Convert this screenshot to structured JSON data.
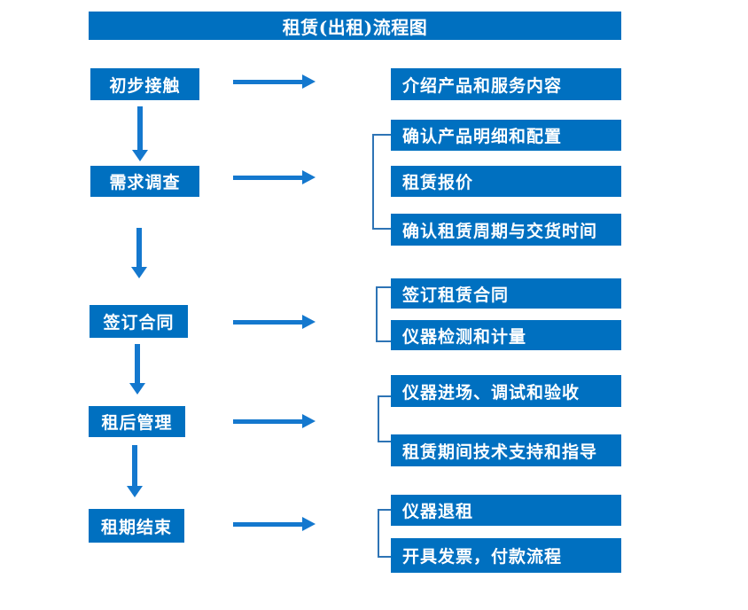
{
  "title": "租赁(出租)流程图",
  "colors": {
    "box_blue": "#0070C0",
    "arrow_blue": "#1478CE",
    "bracket_blue": "#2E74B5",
    "text": "#FFFFFF",
    "background": "#FFFFFF"
  },
  "flow": {
    "steps": [
      {
        "label": "初步接触",
        "outputs": [
          "介绍产品和服务内容"
        ]
      },
      {
        "label": "需求调查",
        "outputs": [
          "确认产品明细和配置",
          "租赁报价",
          "确认租赁周期与交货时间"
        ]
      },
      {
        "label": "签订合同",
        "outputs": [
          "签订租赁合同",
          "仪器检测和计量"
        ]
      },
      {
        "label": "租后管理",
        "outputs": [
          "仪器进场、调试和验收",
          "租赁期间技术支持和指导"
        ]
      },
      {
        "label": "租期结束",
        "outputs": [
          "仪器退租",
          "开具发票，付款流程"
        ]
      }
    ]
  }
}
